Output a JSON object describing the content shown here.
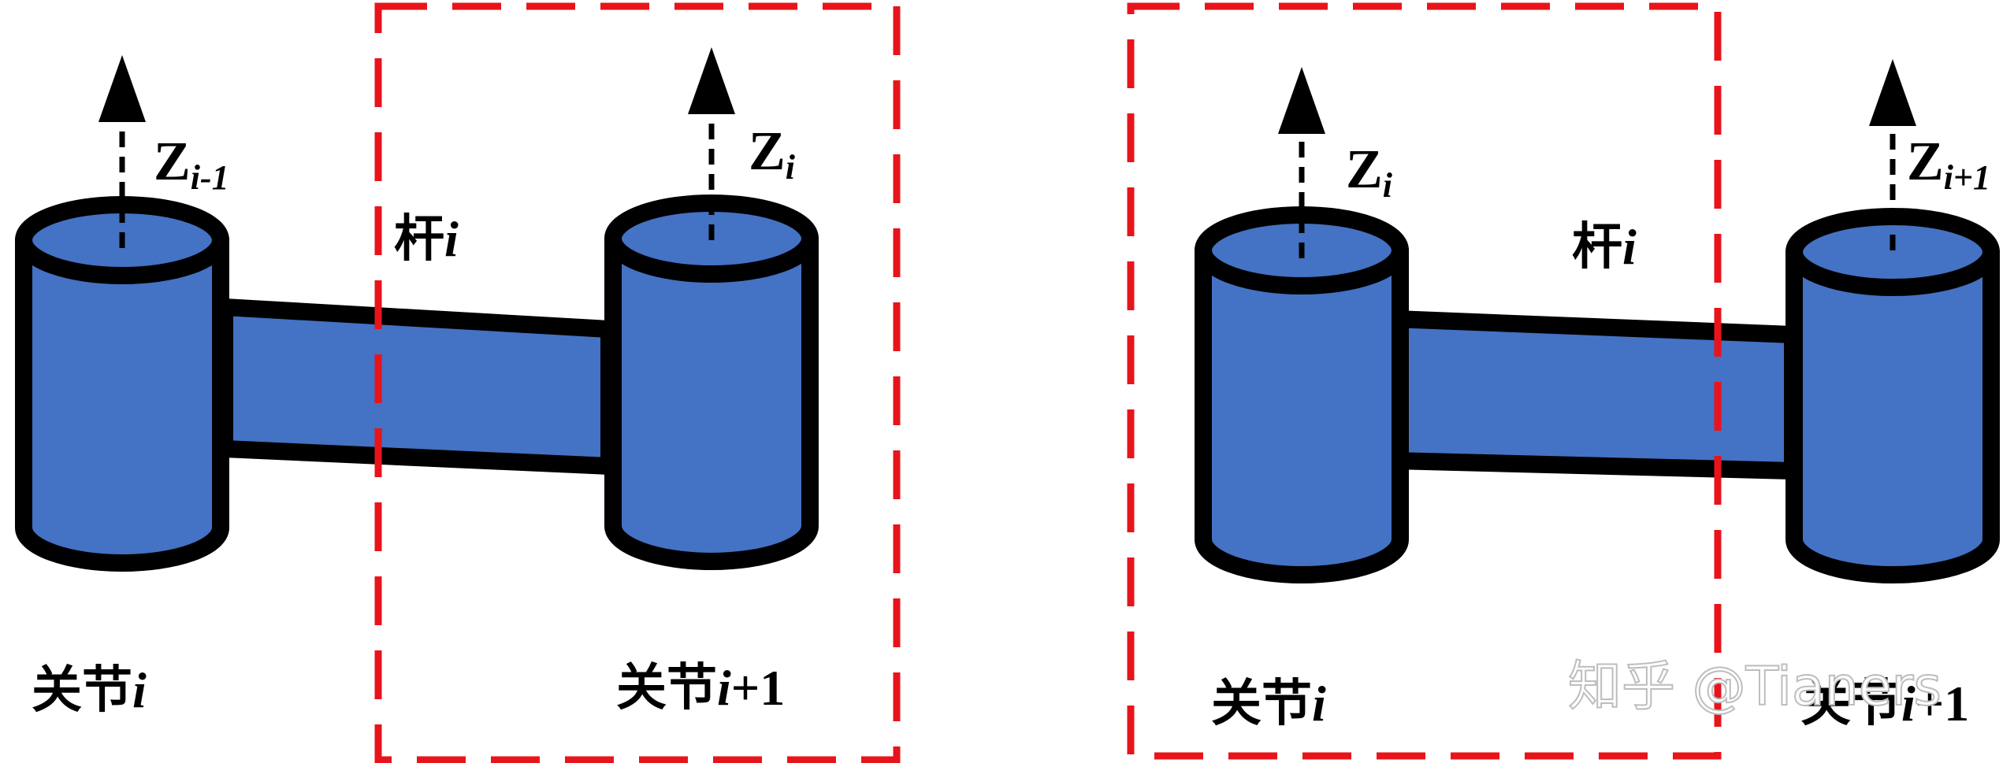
{
  "colors": {
    "body": "#4472C4",
    "outline": "#000000",
    "frame": "#E8141B",
    "arrow": "#000000"
  },
  "left_diagram": {
    "axis_a": {
      "base": "Z",
      "sub": "i-1"
    },
    "axis_b": {
      "base": "Z",
      "sub": "i"
    },
    "link": {
      "prefix": "杆",
      "var": "i"
    },
    "joint_a": {
      "prefix": "关节",
      "var": "i",
      "suffix": ""
    },
    "joint_b": {
      "prefix": "关节",
      "var": "i",
      "suffix": "+1"
    }
  },
  "right_diagram": {
    "axis_a": {
      "base": "Z",
      "sub": "i"
    },
    "axis_b": {
      "base": "Z",
      "sub": "i+1"
    },
    "link": {
      "prefix": "杆",
      "var": "i"
    },
    "joint_a": {
      "prefix": "关节",
      "var": "i",
      "suffix": ""
    },
    "joint_b": {
      "prefix": "关节",
      "var": "i",
      "suffix": "+1"
    }
  },
  "watermark": "知乎 @Tianers"
}
